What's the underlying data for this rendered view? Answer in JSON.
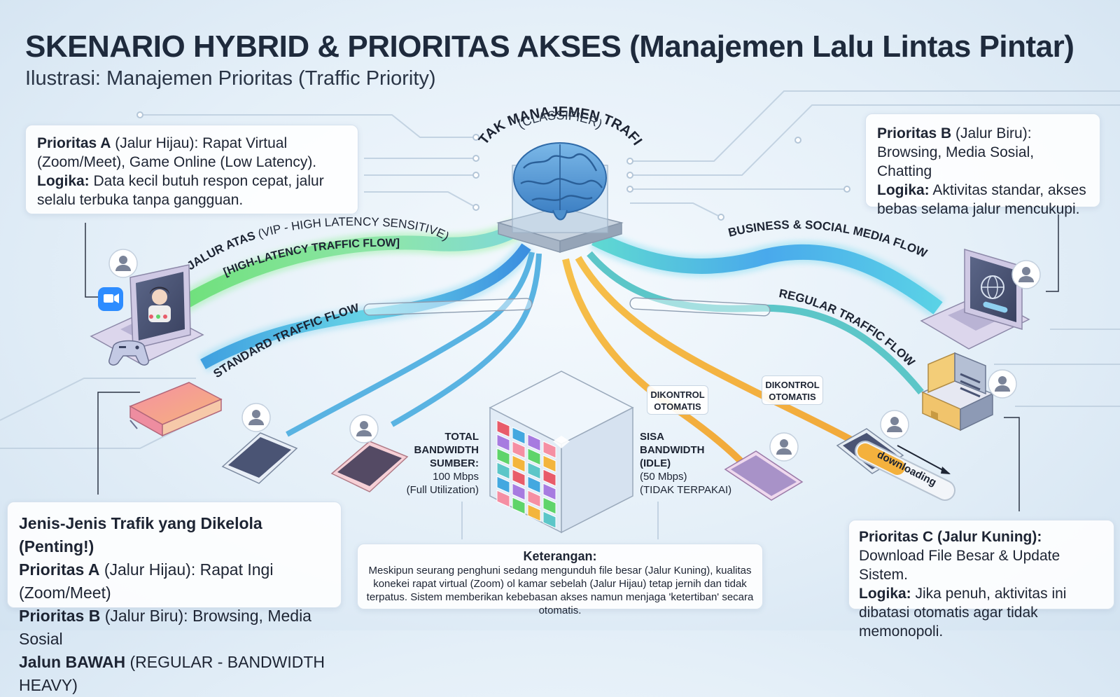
{
  "title": "SKENARIO HYBRID & PRIORITAS AKSES (Manajemen Lalu Lintas Pintar)",
  "subtitle": "Ilustrasi: Manajemen Prioritas (Traffic Priority)",
  "brain": {
    "line1": "OTAK MANAJEMEN TRAFIK",
    "line2": "(CLASSIFIER)"
  },
  "priority_a": {
    "label": "Prioritas A",
    "text": " (Jalur Hijau): Rapat Virtual (Zoom/Meet), Game Online (Low Latency).",
    "logic_label": "Logika:",
    "logic_text": " Data kecil butuh respon cepat, jalur selalu terbuka tanpa gangguan."
  },
  "priority_b": {
    "label": "Prioritas B",
    "text": " (Jalur Biru): Browsing, Media Sosial, Chatting",
    "logic_label": "Logika:",
    "logic_text": " Aktivitas standar, akses bebas selama jalur mencukupi."
  },
  "priority_c": {
    "label": "Prioritas C (Jalur Kuning):",
    "text": "Download File Besar & Update Sistem.",
    "logic_label": "Logika:",
    "logic_text": " Jika penuh, aktivitas ini dibatasi otomatis agar tidak memonopoli."
  },
  "traffic_types": {
    "heading": "Jenis-Jenis Trafik yang Dikelola (Penting!)",
    "a_label": "Prioritas A",
    "a_text": " (Jalur Hijau): Rapat Ingi (Zoom/Meet)",
    "b_label": "Prioritas B",
    "b_text": " (Jalur Biru): Browsing, Media Sosial",
    "c_label": "Jalun BAWAH",
    "c_text": " (REGULAR - BANDWIDTH HEAVY)"
  },
  "flows": {
    "upper_1": "JALUR ATAS",
    "upper_2": " (VIP - HIGH LATENCY SENSITIVE)",
    "upper_3": "[HIGH-LATENCY TRAFFIC FLOW]",
    "standard": "STANDARD TRAFFIC FLOW",
    "business": "BUSINESS & SOCIAL MEDIA FLOW",
    "regular": "REGULAR TRAFFIC FLOW"
  },
  "controls": {
    "left": [
      "DIKONTROL",
      "OTOMATIS"
    ],
    "right": [
      "DIKONTROL",
      "OTOMATIS"
    ]
  },
  "total_bandwidth": {
    "l1": "TOTAL",
    "l2": "BANDWIDTH",
    "l3": "SUMBER:",
    "value": "100 Mbps",
    "note": "(Full Utilization)"
  },
  "idle_bandwidth": {
    "l1": "SISA",
    "l2": "BANDWIDTH",
    "l3": "(IDLE)",
    "value": "(50 Mbps)",
    "note": "(TIDAK TERPAKAI)"
  },
  "downloading_label": "downloading",
  "note": {
    "heading": "Keterangan:",
    "text": "Meskipun seurang penghuni sedang mengunduh file besar (Jalur Kuning), kualitas konekei rapat virtual (Zoom) ol kamar sebelah (Jalur Hijau) tetap jernih dan tidak terpatus. Sistem memberikan kebebasan akses namun menjaga 'ketertiban' secara otomatis."
  },
  "colors": {
    "green": "#5fd46a",
    "blue": "#43a8e0",
    "teal": "#5cc6c8",
    "yellow": "#f3b53d",
    "title": "#1e2a3c"
  },
  "icons": [
    "brain-icon",
    "zoom-icon",
    "gamepad-icon",
    "globe-icon",
    "user-icon",
    "server-icon",
    "phone-icon",
    "laptop-icon",
    "book-icon",
    "cube-icon"
  ]
}
